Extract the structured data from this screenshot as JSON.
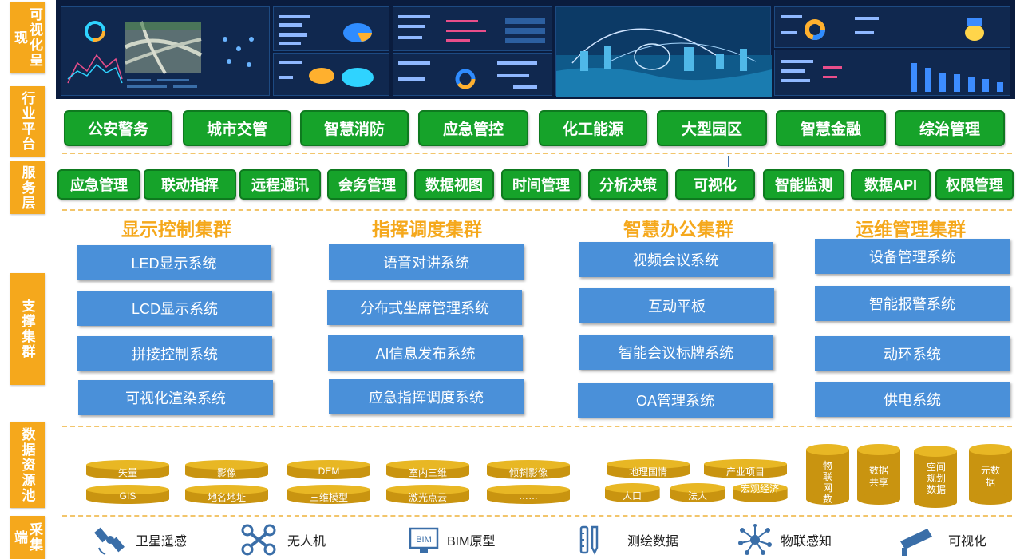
{
  "layers": {
    "visual": "可视化呈现",
    "industry": "行业平台",
    "service": "服务层",
    "support": "支撑集群",
    "data_pool": "数据资源池",
    "collect": "采集端"
  },
  "industry_platforms": [
    "公安警务",
    "城市交管",
    "智慧消防",
    "应急管控",
    "化工能源",
    "大型园区",
    "智慧金融",
    "综治管理"
  ],
  "services": [
    "应急管理",
    "联动指挥",
    "远程通讯",
    "会务管理",
    "数据视图",
    "时间管理",
    "分析决策",
    "可视化",
    "智能监测",
    "数据API",
    "权限管理"
  ],
  "clusters": [
    {
      "title": "显示控制集群",
      "systems": [
        "LED显示系统",
        "LCD显示系统",
        "拼接控制系统",
        "可视化渲染系统"
      ]
    },
    {
      "title": "指挥调度集群",
      "systems": [
        "语音对讲系统",
        "分布式坐席管理系统",
        "AI信息发布系统",
        "应急指挥调度系统"
      ]
    },
    {
      "title": "智慧办公集群",
      "systems": [
        "视频会议系统",
        "互动平板",
        "智能会议标牌系统",
        "OA管理系统"
      ]
    },
    {
      "title": "运维管理集群",
      "systems": [
        "设备管理系统",
        "智能报警系统",
        "动环系统",
        "供电系统"
      ]
    }
  ],
  "data_resources": {
    "row1": [
      "矢量",
      "影像",
      "DEM",
      "室内三维",
      "倾斜影像"
    ],
    "row2": [
      "GIS",
      "地名地址",
      "三维模型",
      "激光点云",
      "……"
    ],
    "mid_row1": [
      "地理国情",
      "产业项目"
    ],
    "mid_row2": [
      "人口",
      "法人",
      "宏观经济"
    ],
    "databases": [
      "物联网数据",
      "数据共享",
      "空间规划数据",
      "元数据"
    ]
  },
  "collection": [
    {
      "label": "卫星遥感",
      "icon": "satellite-icon"
    },
    {
      "label": "无人机",
      "icon": "drone-icon"
    },
    {
      "label": "BIM原型",
      "icon": "bim-icon"
    },
    {
      "label": "测绘数据",
      "icon": "survey-icon"
    },
    {
      "label": "物联感知",
      "icon": "iot-icon"
    },
    {
      "label": "可视化",
      "icon": "camera-icon"
    }
  ],
  "colors": {
    "layer_orange": "#f5a81c",
    "green": "#16a32a",
    "blue": "#4a90d9",
    "gold": "#d9a514",
    "dashboard": "#0a1c3e"
  }
}
